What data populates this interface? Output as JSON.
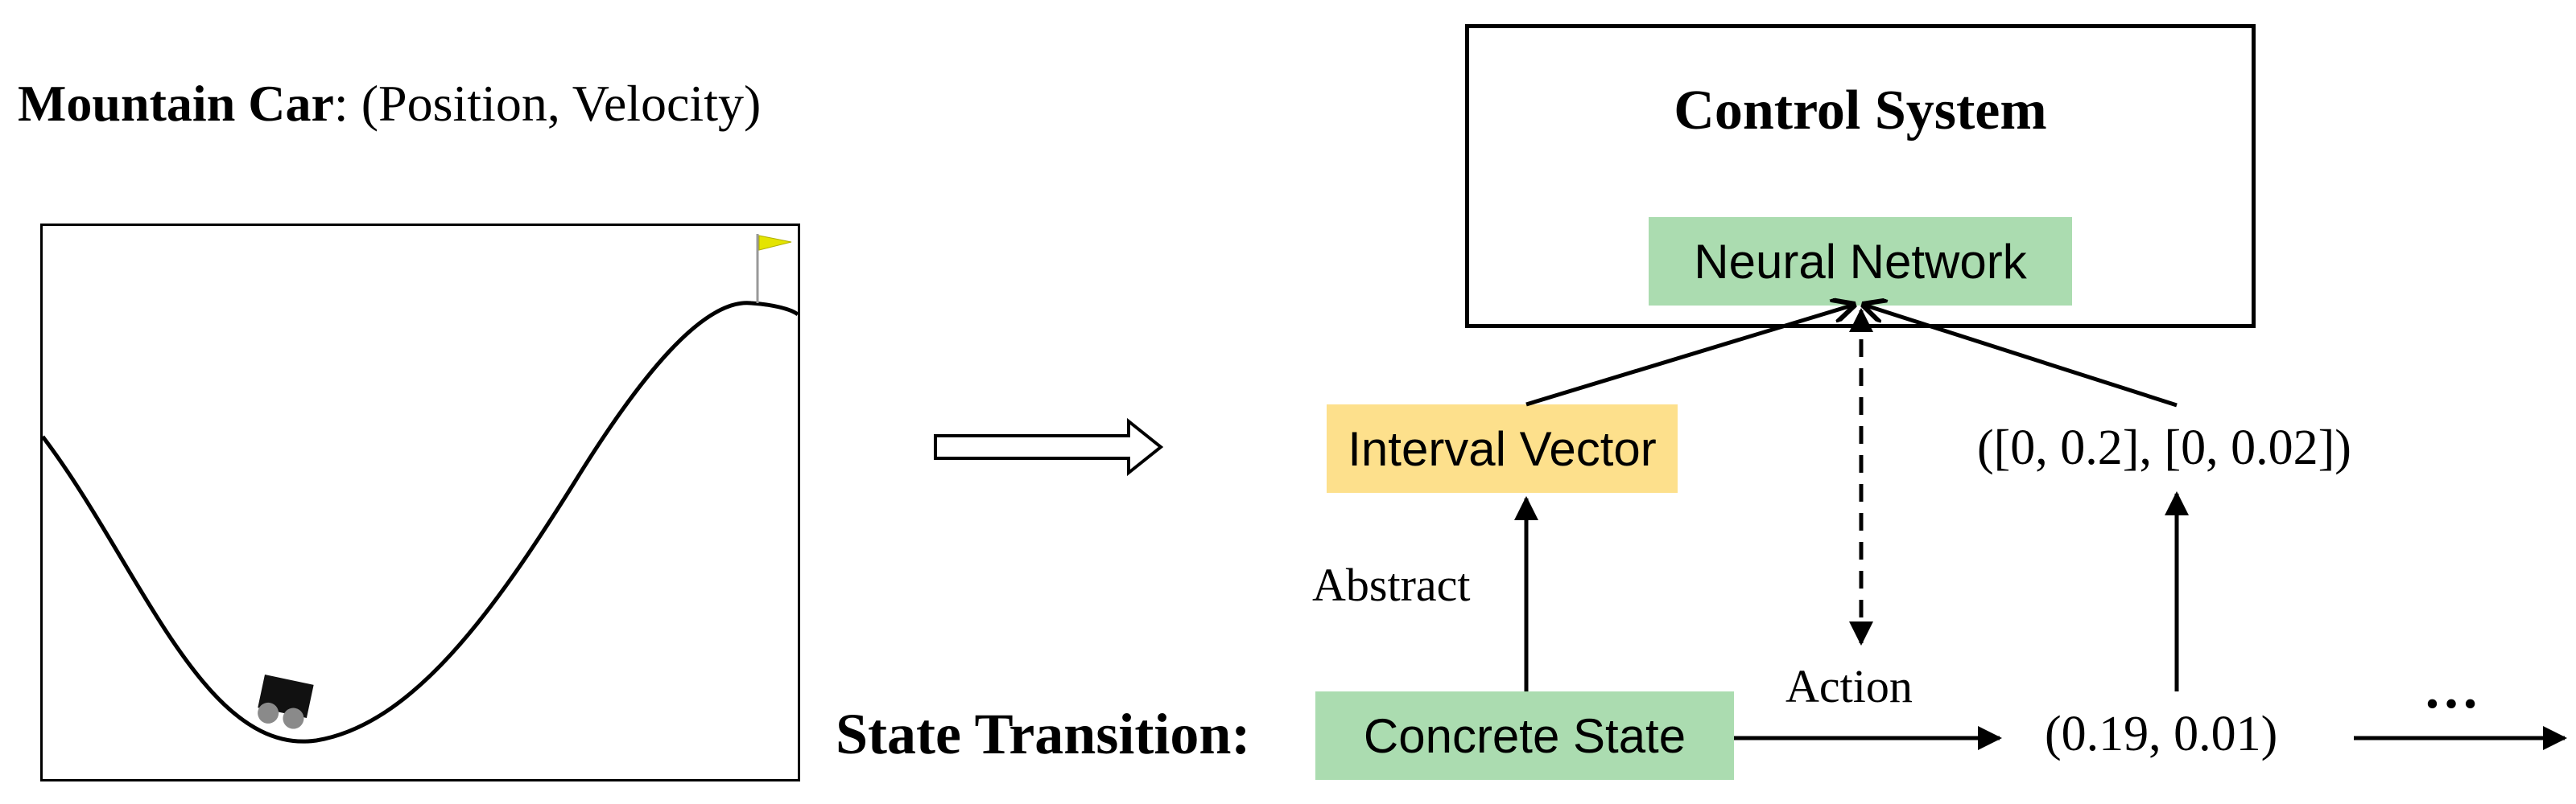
{
  "mountain_car": {
    "title_bold": "Mountain Car",
    "title_rest": ": (Position, Velocity)"
  },
  "control_system": {
    "title": "Control System",
    "neural_network": "Neural Network"
  },
  "interval_vector": "Interval Vector",
  "abstract_label": "Abstract",
  "action_label": "Action",
  "state_transition_label": "State Transition:",
  "concrete_state": "Concrete State",
  "interval_value": "([0, 0.2], [0, 0.02])",
  "state_value": "(0.19, 0.01)",
  "ellipsis": "…",
  "colors": {
    "green_box": "#abdcb0",
    "yellow_box": "#fde08c",
    "flag": "#e4e400"
  }
}
